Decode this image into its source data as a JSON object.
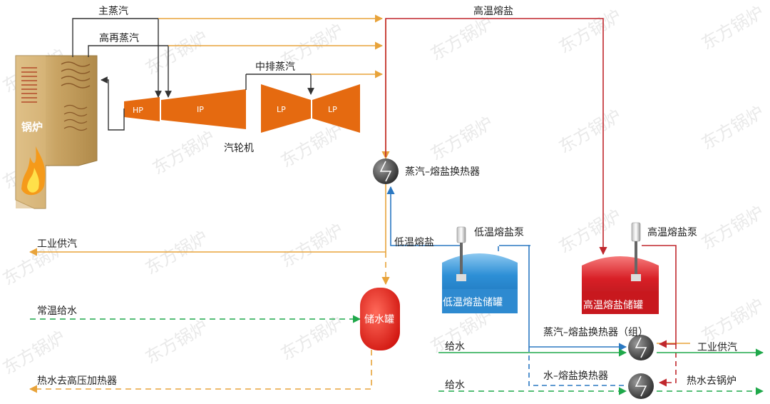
{
  "colors": {
    "steam": "#E8A33A",
    "high_salt": "#C0272D",
    "low_salt": "#2B78C2",
    "feedwater": "#1FA84A",
    "dark": "#333333",
    "turbine": "#E56A10",
    "boiler": "#C9A464",
    "cold_tank": "#2D8FD6",
    "hot_tank": "#D81F26",
    "water_tank": "#E8251F"
  },
  "watermark": "东方锅炉",
  "labels": {
    "main_steam": "主蒸汽",
    "reheat_steam": "高再蒸汽",
    "mid_exhaust_steam": "中排蒸汽",
    "high_temp_salt": "高温熔盐",
    "boiler": "锅炉",
    "hp": "HP",
    "ip": "IP",
    "lp1": "LP",
    "lp2": "LP",
    "turbine": "汽轮机",
    "steam_salt_hx": "蒸汽–熔盐换热器",
    "industrial_steam_left": "工业供汽",
    "low_temp_salt": "低温熔盐",
    "low_pump": "低温熔盐泵",
    "high_pump": "高温熔盐泵",
    "low_tank": "低温熔盐储罐",
    "high_tank": "高温熔盐储罐",
    "normal_water": "常温给水",
    "water_tank": "储水罐",
    "hot_water_hp": "热水去高压加热器",
    "hx_group": "蒸汽–熔盐换热器（组）",
    "feedwater1": "给水",
    "feedwater2": "给水",
    "industrial_steam_right": "工业供汽",
    "water_salt_hx": "水–熔盐换热器",
    "hot_water_boiler": "热水去锅炉"
  }
}
